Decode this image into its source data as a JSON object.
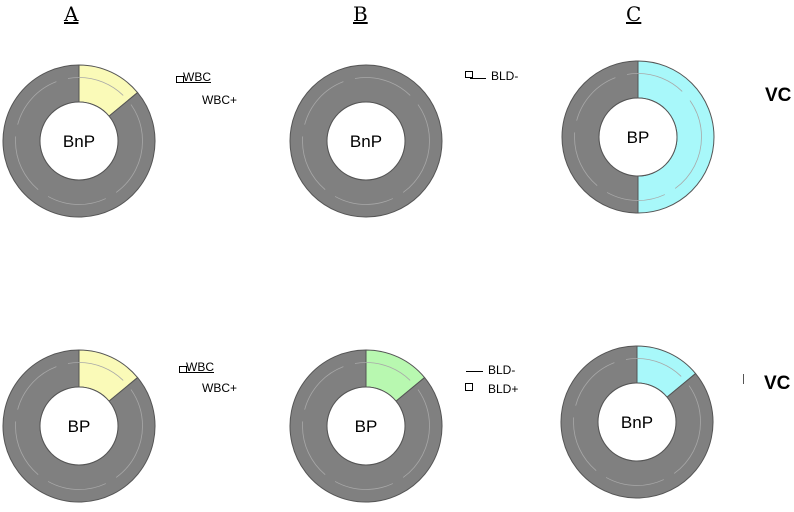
{
  "column_labels": [
    "A",
    "B",
    "C"
  ],
  "row_labels": {
    "top_right": "VC",
    "bottom_right": "VC"
  },
  "ring_color": "#808080",
  "chart_data": [
    {
      "type": "pie",
      "panel": "A-top",
      "center_label": "BnP",
      "legend": [
        "WBC",
        "WBC+"
      ],
      "slices": [
        {
          "label": "WBC+",
          "value": 0.14,
          "color": "#fafab8"
        },
        {
          "label": "WBC",
          "value": 0.86,
          "color": "#808080"
        }
      ]
    },
    {
      "type": "pie",
      "panel": "B-top",
      "center_label": "BnP",
      "legend": [
        "BLD-"
      ],
      "slices": [
        {
          "label": "BLD-",
          "value": 1.0,
          "color": "#808080"
        }
      ]
    },
    {
      "type": "pie",
      "panel": "C-top",
      "center_label": "BP",
      "legend": [],
      "slices": [
        {
          "label": "",
          "value": 0.5,
          "color": "#a8f8fa"
        },
        {
          "label": "",
          "value": 0.5,
          "color": "#808080"
        }
      ]
    },
    {
      "type": "pie",
      "panel": "A-bottom",
      "center_label": "BP",
      "legend": [
        "WBC",
        "WBC+"
      ],
      "slices": [
        {
          "label": "WBC+",
          "value": 0.14,
          "color": "#fafab8"
        },
        {
          "label": "WBC",
          "value": 0.86,
          "color": "#808080"
        }
      ]
    },
    {
      "type": "pie",
      "panel": "B-bottom",
      "center_label": "BP",
      "legend": [
        "BLD-",
        "BLD+"
      ],
      "slices": [
        {
          "label": "BLD+",
          "value": 0.14,
          "color": "#b8f8b0"
        },
        {
          "label": "BLD-",
          "value": 0.86,
          "color": "#808080"
        }
      ]
    },
    {
      "type": "pie",
      "panel": "C-bottom",
      "center_label": "BnP",
      "legend": [],
      "slices": [
        {
          "label": "",
          "value": 0.14,
          "color": "#a8f8fa"
        },
        {
          "label": "",
          "value": 0.86,
          "color": "#808080"
        }
      ]
    }
  ]
}
